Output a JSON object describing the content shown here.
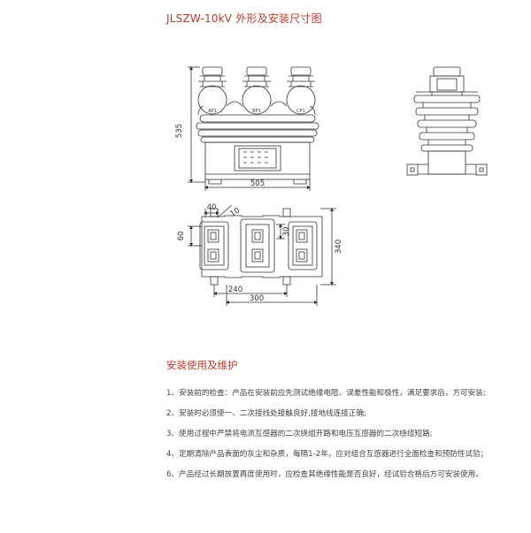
{
  "page": {
    "title": "JLSZW-10kV 外形及安装尺寸图"
  },
  "drawing": {
    "front_view": {
      "height_dim": "535",
      "width_dim": "505",
      "terminal_labels": [
        "AP1",
        "BP1",
        "CP1"
      ]
    },
    "plan_view": {
      "dims": {
        "d40": "40",
        "d10": "10",
        "d60": "60",
        "d30": "30",
        "d340": "340",
        "d240": "240",
        "d300": "300"
      }
    }
  },
  "section": {
    "title": "安装使用及维护",
    "items": [
      "1、安装前的检查：产品在安装前应先测试绝缘电阻、误差性能和极性，满足要求后，方可安装;",
      "2、安装时必须使一、二次接线处接触良好,接地线连接正确;",
      "3、使用过程中严禁将电流互感器的二次绕组开路和电压互感器的二次绕组短路;",
      "4、定期清除产品表面的灰尘和杂质，每隔1-2年，应对组合互感器进行全面检查和预防性试验；",
      "6、产品经过长期放置再度使用时，应检查其绝缘性能是否良好，经试验合格后方可安装使用。"
    ]
  }
}
